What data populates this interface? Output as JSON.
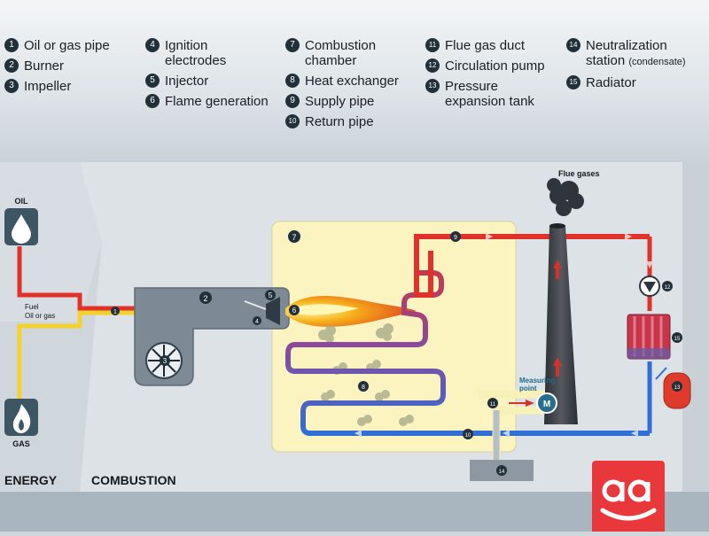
{
  "legend": {
    "items": [
      {
        "num": "1",
        "text": "Oil or gas pipe"
      },
      {
        "num": "2",
        "text": "Burner"
      },
      {
        "num": "3",
        "text": "Impeller"
      },
      {
        "num": "4",
        "text": "Ignition\nelectrodes"
      },
      {
        "num": "5",
        "text": "Injector"
      },
      {
        "num": "6",
        "text": "Flame generation"
      },
      {
        "num": "7",
        "text": "Combustion\nchamber"
      },
      {
        "num": "8",
        "text": "Heat exchanger"
      },
      {
        "num": "9",
        "text": "Supply pipe"
      },
      {
        "num": "10",
        "text": "Return pipe"
      },
      {
        "num": "11",
        "text": "Flue gas duct"
      },
      {
        "num": "12",
        "text": "Circulation pump"
      },
      {
        "num": "13",
        "text": "Pressure\nexpansion tank"
      },
      {
        "num": "14",
        "text": "Neutralization\nstation"
      },
      {
        "num": "15",
        "text": "Radiator"
      }
    ],
    "neutralization_note": "(condensate)"
  },
  "diagram": {
    "oil_label": "OIL",
    "gas_label": "GAS",
    "fuel_label_line1": "Fuel",
    "fuel_label_line2": "Oil or gas",
    "flue_gases_label": "Flue  gases",
    "measuring_point_line1": "Measuring",
    "measuring_point_line2": "point",
    "motor_label": "M",
    "energy_label": "ENERGY",
    "combustion_label": "COMBUSTION"
  },
  "colors": {
    "chamber": "#fbf4c0",
    "supply_pipe": "#e0312a",
    "return_pipe": "#2f6fd6",
    "fuel_gas_pipe": "#f4d22b",
    "fuel_oil_pipe": "#e0312a",
    "chimney": "#3a3d42",
    "badge": "#22303a",
    "logo": "#e8383b"
  },
  "icons": {
    "oil": "oil-drop-icon",
    "gas": "gas-flame-icon",
    "impeller": "fan-icon",
    "pump": "pump-triangle-icon",
    "logo": "aa-logo-icon"
  }
}
